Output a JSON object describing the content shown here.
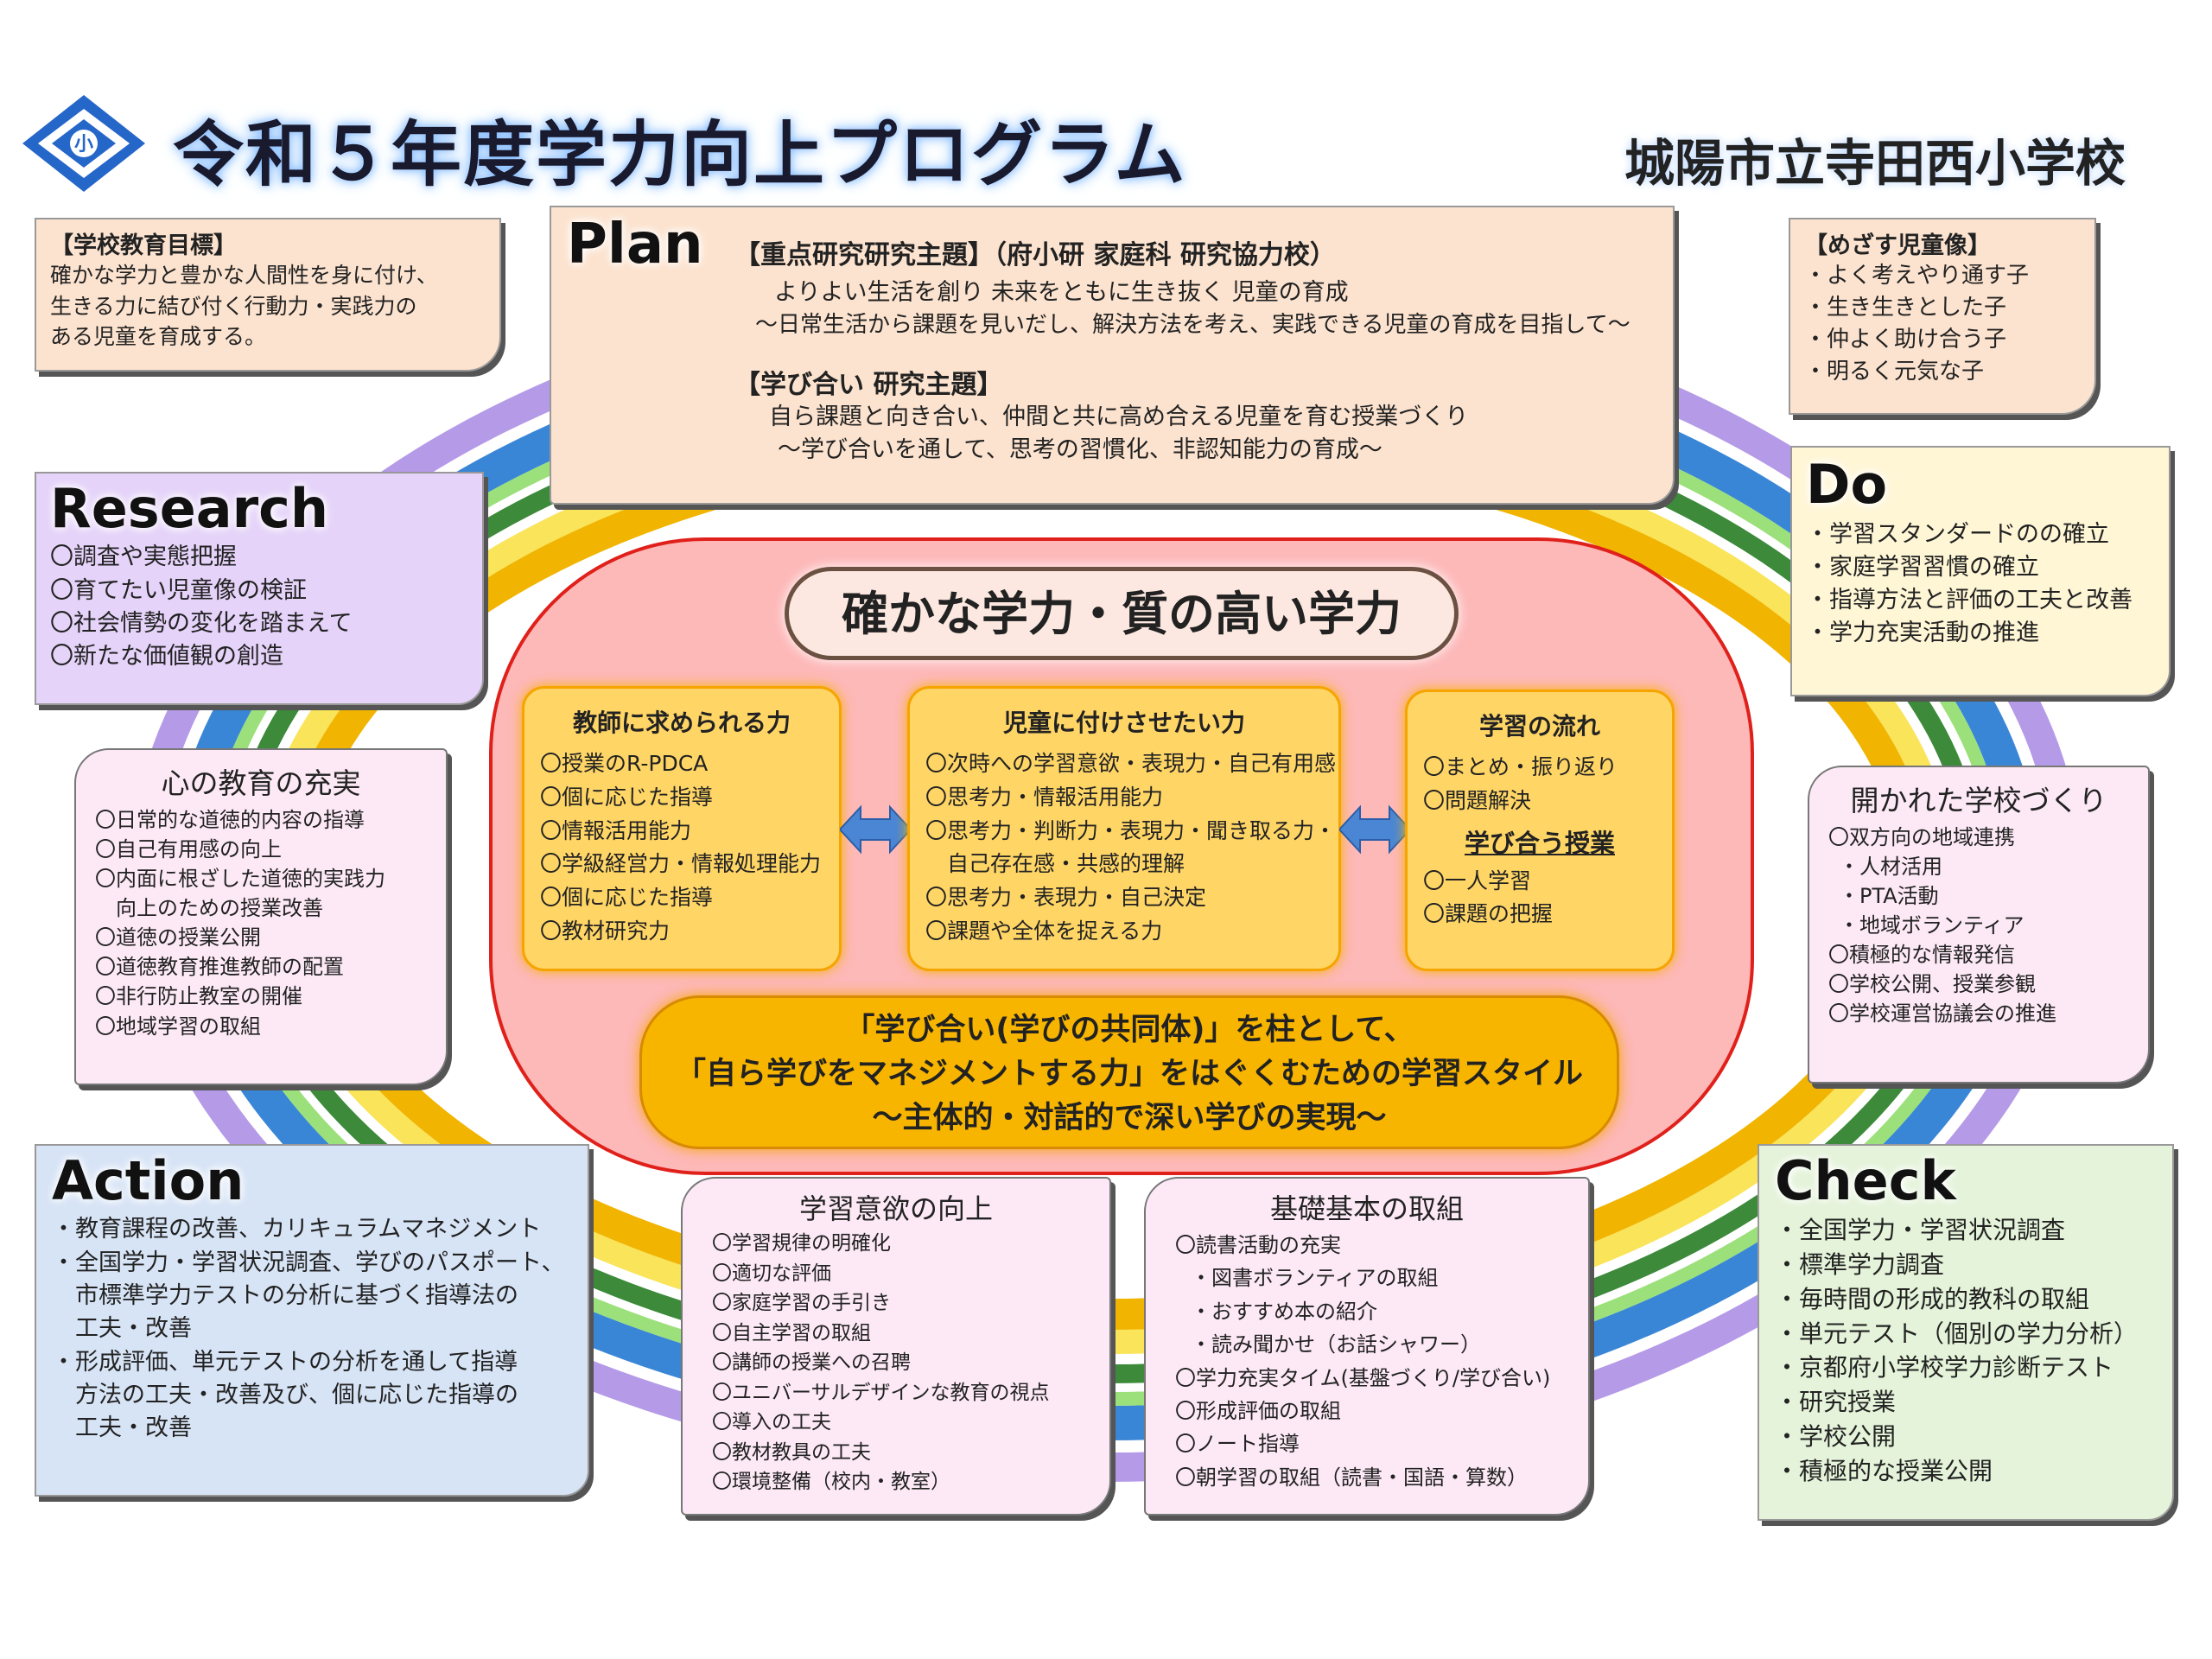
{
  "header": {
    "title": "令和５年度学力向上プログラム",
    "school": "城陽市立寺田西小学校",
    "emblem_icon": "school-emblem-icon"
  },
  "goal": {
    "heading": "【学校教育目標】",
    "lines": [
      "確かな学力と豊かな人間性を身に付け、",
      "生きる力に結び付く行動力・実践力の",
      "ある児童を育成する。"
    ]
  },
  "ideal": {
    "heading": "【めざす児童像】",
    "lines": [
      "・よく考えやり通す子",
      "・生き生きとした子",
      "・仲よく助け合う子",
      "・明るく元気な子"
    ]
  },
  "plan": {
    "label": "Plan",
    "theme1_heading": "【重点研究研究主題】（府小研 家庭科 研究協力校）",
    "theme1_lines": [
      "よりよい生活を創り 未来をともに生き抜く 児童の育成",
      "～日常生活から課題を見いだし、解決方法を考え、実践できる児童の育成を目指して～"
    ],
    "theme2_heading": "【学び合い 研究主題】",
    "theme2_lines": [
      "自ら課題と向き合い、仲間と共に高め合える児童を育む授業づくり",
      "～学び合いを通して、思考の習慣化、非認知能力の育成～"
    ]
  },
  "research": {
    "label": "Research",
    "lines": [
      "〇調査や実態把握",
      "〇育てたい児童像の検証",
      "〇社会情勢の変化を踏まえて",
      "〇新たな価値観の創造"
    ]
  },
  "do": {
    "label": "Do",
    "lines": [
      "・学習スタンダードのの確立",
      "・家庭学習習慣の確立",
      "・指導方法と評価の工夫と改善",
      "・学力充実活動の推進"
    ]
  },
  "kokoro": {
    "heading": "心の教育の充実",
    "lines": [
      "〇日常的な道徳的内容の指導",
      "〇自己有用感の向上",
      "〇内面に根ざした道徳的実践力",
      "　向上のための授業改善",
      "〇道徳の授業公開",
      "〇道徳教育推進教師の配置",
      "〇非行防止教室の開催",
      "〇地域学習の取組"
    ]
  },
  "open_school": {
    "heading": "開かれた学校づくり",
    "lines": [
      "〇双方向の地域連携",
      "・人材活用",
      "・PTA活動",
      "・地域ボランティア",
      "〇積極的な情報発信",
      "〇学校公開、授業参観",
      "〇学校運営協議会の推進"
    ]
  },
  "center": {
    "title": "確かな学力・質の高い学力",
    "teacher": {
      "heading": "教師に求められる力",
      "lines": [
        "〇授業のR-PDCA",
        "〇個に応じた指導",
        "〇情報活用能力",
        "〇学級経営力・情報処理能力",
        "〇個に応じた指導",
        "〇教材研究力"
      ]
    },
    "child": {
      "heading": "児童に付けさせたい力",
      "lines": [
        "〇次時への学習意欲・表現力・自己有用感",
        "〇思考力・情報活用能力",
        "〇思考力・判断力・表現力・聞き取る力・",
        "　自己存在感・共感的理解",
        "〇思考力・表現力・自己決定",
        "〇課題や全体を捉える力"
      ]
    },
    "flow": {
      "heading": "学習の流れ",
      "lines_top": [
        "〇まとめ・振り返り",
        "〇問題解決"
      ],
      "sub_heading": "学び合う授業",
      "lines_bottom": [
        "〇一人学習",
        "〇課題の把握"
      ]
    },
    "banner_lines": [
      "「学び合い(学びの共同体)」を柱として、",
      "「自ら学びをマネジメントする力」をはぐくむための学習スタイル",
      "～主体的・対話的で深い学びの実現～"
    ]
  },
  "action": {
    "label": "Action",
    "lines": [
      "・教育課程の改善、カリキュラムマネジメント",
      "・全国学力・学習状況調査、学びのパスポート、",
      "　市標準学力テストの分析に基づく指導法の",
      "　工夫・改善",
      "・形成評価、単元テストの分析を通して指導",
      "　方法の工夫・改善及び、個に応じた指導の",
      "　工夫・改善"
    ]
  },
  "motivation": {
    "heading": "学習意欲の向上",
    "lines": [
      "〇学習規律の明確化",
      "〇適切な評価",
      "〇家庭学習の手引き",
      "〇自主学習の取組",
      "〇講師の授業への召聘",
      "〇ユニバーサルデザインな教育の視点",
      "〇導入の工夫",
      "〇教材教具の工夫",
      "〇環境整備（校内・教室）"
    ]
  },
  "basics": {
    "heading": "基礎基本の取組",
    "lines": [
      "〇読書活動の充実",
      "・図書ボランティアの取組",
      "・おすすめ本の紹介",
      "・読み聞かせ（お話シャワー）",
      "〇学力充実タイム(基盤づくり/学び合い)",
      "〇形成評価の取組",
      "〇ノート指導",
      "〇朝学習の取組（読書・国語・算数）"
    ]
  },
  "check": {
    "label": "Check",
    "lines": [
      "・全国学力・学習状況調査",
      "・標準学力調査",
      "・毎時間の形成的教科の取組",
      "・単元テスト（個別の学力分析）",
      "・京都府小学校学力診断テスト",
      "・研究授業",
      "・学校公開",
      "・積極的な授業公開"
    ]
  },
  "colors": {
    "ring_purple": "#a98ce6",
    "ring_blue": "#3a86d6",
    "ring_green": "#8fd46a",
    "ring_dkgreen": "#3c8a3a",
    "ring_yellow": "#f9d94a",
    "ring_orange": "#f1b400",
    "center_fill": "#fdb8b8",
    "center_border": "#e0201a",
    "box_fill": "#ffd566",
    "plan_fill": "#fce3cf",
    "research_fill": "#e5d3f9",
    "do_fill": "#fff6d6",
    "action_fill": "#d7e4f6",
    "check_fill": "#e4f3d9"
  }
}
